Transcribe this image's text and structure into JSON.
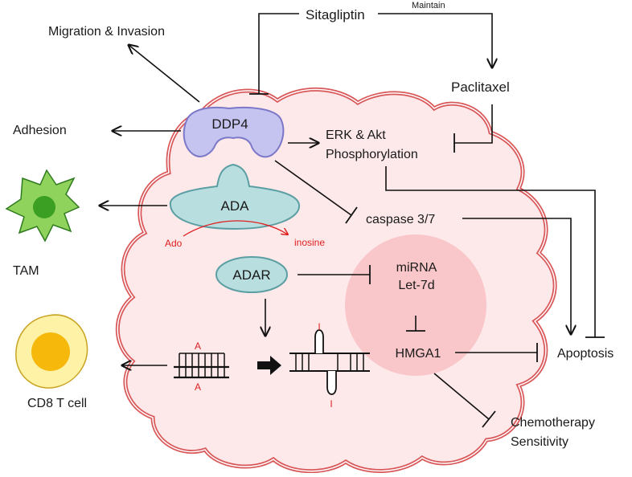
{
  "labels": {
    "sitagliptin": "Sitagliptin",
    "maintain": "Maintain",
    "paclitaxel": "Paclitaxel",
    "migration": "Migration & Invasion",
    "adhesion": "Adhesion",
    "ddp4": "DDP4",
    "erk_line1": "ERK & Akt",
    "erk_line2": "Phosphorylation",
    "ada": "ADA",
    "ado": "Ado",
    "inosine": "inosine",
    "caspase": "caspase 3/7",
    "tam": "TAM",
    "adar": "ADAR",
    "mirna_line1": "miRNA",
    "mirna_line2": "Let-7d",
    "hmga1": "HMGA1",
    "apoptosis": "Apoptosis",
    "cd8": "CD8 T cell",
    "rna_a_top": "A",
    "rna_a_bottom": "A",
    "rna_i_top": "I",
    "rna_i_bottom": "I",
    "chemo_line1": "Chemotherapy",
    "chemo_line2": "Sensitivity"
  },
  "colors": {
    "cell_fill": "#fde8ea",
    "cell_border": "#d9585a",
    "nucleus": "#f9c6c9",
    "ddp4_fill": "#c5c3ef",
    "ddp4_stroke": "#7b78c9",
    "ada_fill": "#b9dedf",
    "ada_stroke": "#5c9fa3",
    "tam_fill": "#8fd35c",
    "tam_core": "#3a9f22",
    "cd8_fill": "#fdf2a6",
    "cd8_core": "#f6b80b",
    "rna_label": "#e02020"
  }
}
